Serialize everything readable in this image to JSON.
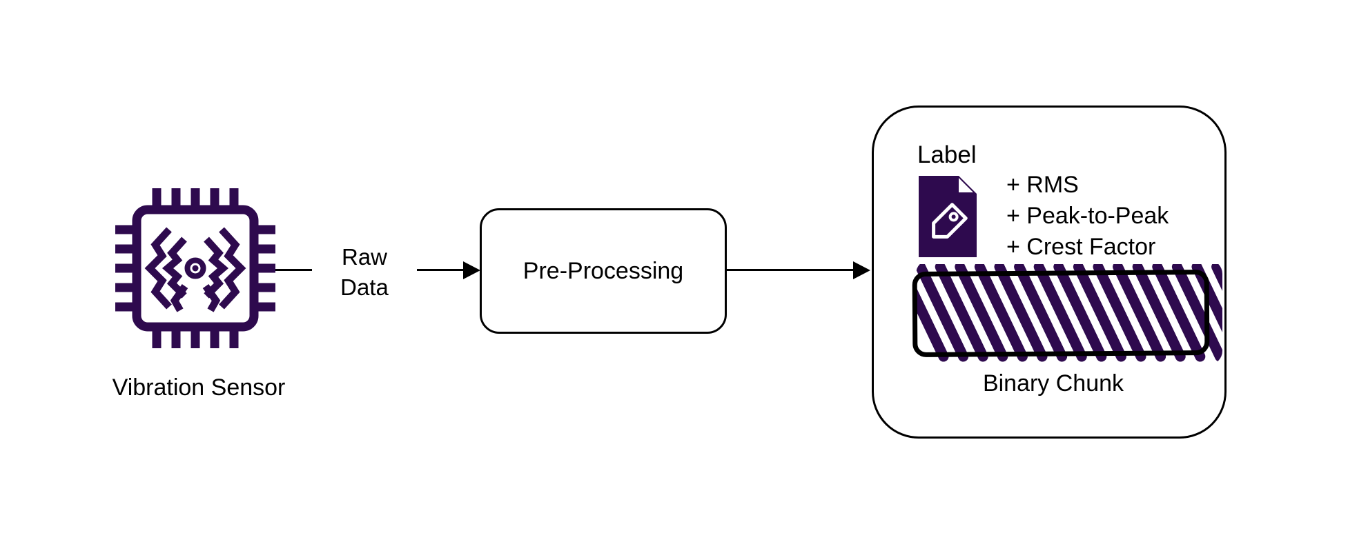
{
  "colors": {
    "accent_purple": "#2e0a4e",
    "line_color": "#000000",
    "background": "#ffffff"
  },
  "sensor": {
    "label": "Vibration Sensor",
    "icon": "vibration-sensor-chip-icon"
  },
  "edges": {
    "sensor_to_preprocessing": {
      "label_line1": "Raw",
      "label_line2": "Data"
    }
  },
  "preprocessing": {
    "label": "Pre-Processing"
  },
  "output": {
    "title": "Label",
    "title_icon": "tag-document-icon",
    "features": [
      "+ RMS",
      "+ Peak-to-Peak",
      "+ Crest Factor"
    ],
    "chunk_label": "Binary Chunk",
    "chunk_style": "hatched"
  }
}
